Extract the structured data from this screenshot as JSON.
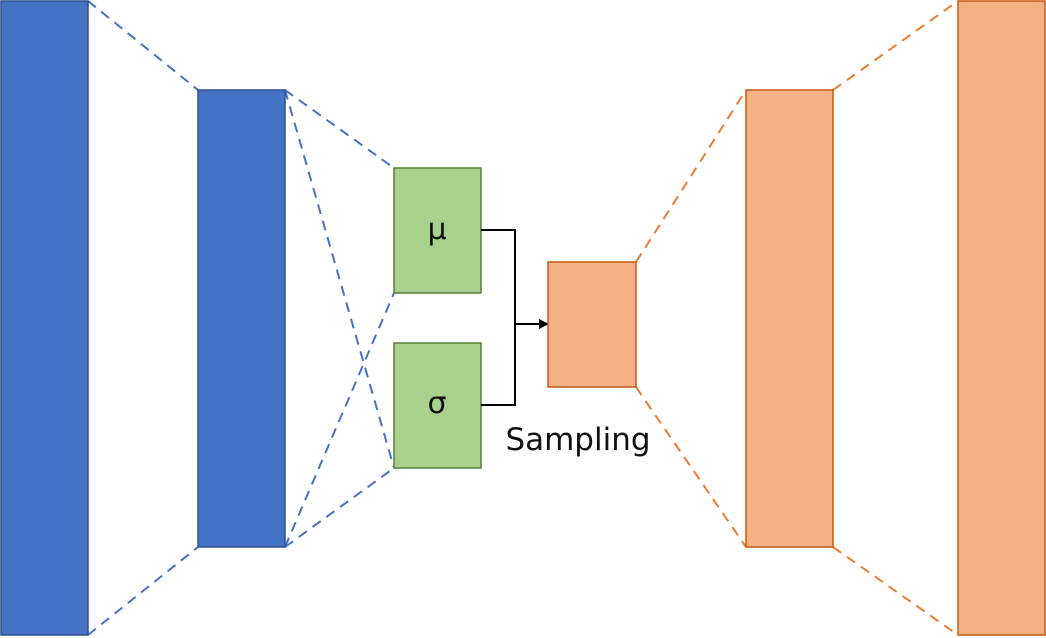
{
  "diagram": {
    "mu_label": "μ",
    "sigma_label": "σ",
    "sampling_label": "Sampling"
  },
  "colors": {
    "encoder_fill": "#4472C4",
    "encoder_stroke": "#2F528F",
    "latent_param_fill": "#A9D18E",
    "latent_param_stroke": "#548235",
    "decoder_fill": "#F4B183",
    "decoder_stroke": "#C55A11",
    "encoder_dash": "#4472C4",
    "decoder_dash": "#ED7D31",
    "arrow": "#000000"
  }
}
